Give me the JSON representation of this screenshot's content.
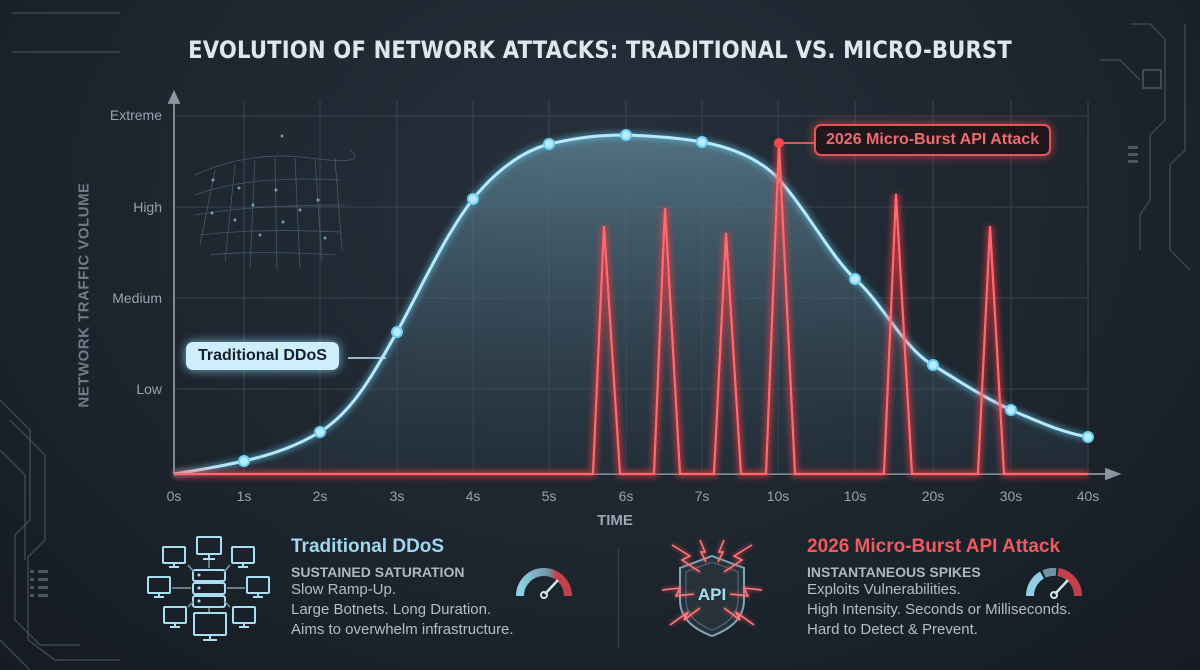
{
  "title": "EVOLUTION OF NETWORK ATTACKS: TRADITIONAL VS. MICRO-BURST",
  "chart_data": {
    "type": "line",
    "title": "EVOLUTION OF NETWORK ATTACKS: TRADITIONAL VS. MICRO-BURST",
    "xlabel": "TIME",
    "ylabel": "NETWORK TRAFFIC VOLUME",
    "x_tick_labels": [
      "0s",
      "1s",
      "2s",
      "3s",
      "4s",
      "5s",
      "6s",
      "7s",
      "10s",
      "10s",
      "20s",
      "30s",
      "40s"
    ],
    "y_tick_labels": [
      "Low",
      "Medium",
      "High",
      "Extreme"
    ],
    "y_scale_note": "qualitative: 0=baseline, 1=Low, 2=Medium, 3=High, 4=Extreme",
    "grid": true,
    "series": [
      {
        "name": "Traditional DDoS",
        "color": "#8fd8f5",
        "style": "smooth curve with markers, filled area",
        "points": [
          {
            "x": "0s",
            "y": 0.0
          },
          {
            "x": "1s",
            "y": 0.15
          },
          {
            "x": "2s",
            "y": 0.45
          },
          {
            "x": "3s",
            "y": 1.55
          },
          {
            "x": "4s",
            "y": 3.02
          },
          {
            "x": "5s",
            "y": 3.6
          },
          {
            "x": "6s",
            "y": 3.7
          },
          {
            "x": "7s",
            "y": 3.62
          },
          {
            "x": "10s (2nd)",
            "y": 2.15
          },
          {
            "x": "20s",
            "y": 1.18
          },
          {
            "x": "30s",
            "y": 0.7
          },
          {
            "x": "40s",
            "y": 0.42
          }
        ]
      },
      {
        "name": "2026 Micro-Burst API Attack",
        "color": "#f0484e",
        "style": "baseline with sharp triangular spikes",
        "spikes": [
          {
            "x": "~5.6s",
            "y": 2.75
          },
          {
            "x": "~6.3s",
            "y": 2.95
          },
          {
            "x": "~7.2s",
            "y": 2.65
          },
          {
            "x": "~10s",
            "y": 3.6
          },
          {
            "x": "~15s",
            "y": 3.1
          },
          {
            "x": "~28s",
            "y": 2.75
          }
        ]
      }
    ],
    "annotations": [
      "Traditional DDoS",
      "2026 Micro-Burst API Attack"
    ]
  },
  "axis": {
    "y_ticks": [
      "Extreme",
      "High",
      "Medium",
      "Low"
    ],
    "x_ticks": [
      "0s",
      "1s",
      "2s",
      "3s",
      "4s",
      "5s",
      "6s",
      "7s",
      "10s",
      "10s",
      "20s",
      "30s",
      "40s"
    ],
    "xlabel": "TIME",
    "ylabel": "NETWORK TRAFFIC VOLUME"
  },
  "labels": {
    "traditional": "Traditional DDoS",
    "micro": "2026 Micro-Burst API Attack"
  },
  "cards": {
    "traditional": {
      "title": "Traditional DDoS",
      "subtitle": "SUSTAINED SATURATION",
      "lines": [
        "Slow Ramp-Up.",
        "Large Botnets. Long Duration.",
        "Aims to overwhelm infrastructure."
      ],
      "icon": "botnet-network-icon",
      "gauge": "gauge-icon"
    },
    "micro": {
      "title": "2026 Micro-Burst API Attack",
      "subtitle": "INSTANTANEOUS SPIKES",
      "lines": [
        "Exploits Vulnerabilities.",
        "High Intensity. Seconds or Milliseconds.",
        "Hard to Detect & Prevent."
      ],
      "icon_text": "API",
      "icon": "api-shield-lightning-icon",
      "gauge": "gauge-icon"
    }
  },
  "colors": {
    "background": "#1b222b",
    "traditional": "#8fd8f5",
    "micro": "#f0484e",
    "text": "#dfe7ee"
  }
}
